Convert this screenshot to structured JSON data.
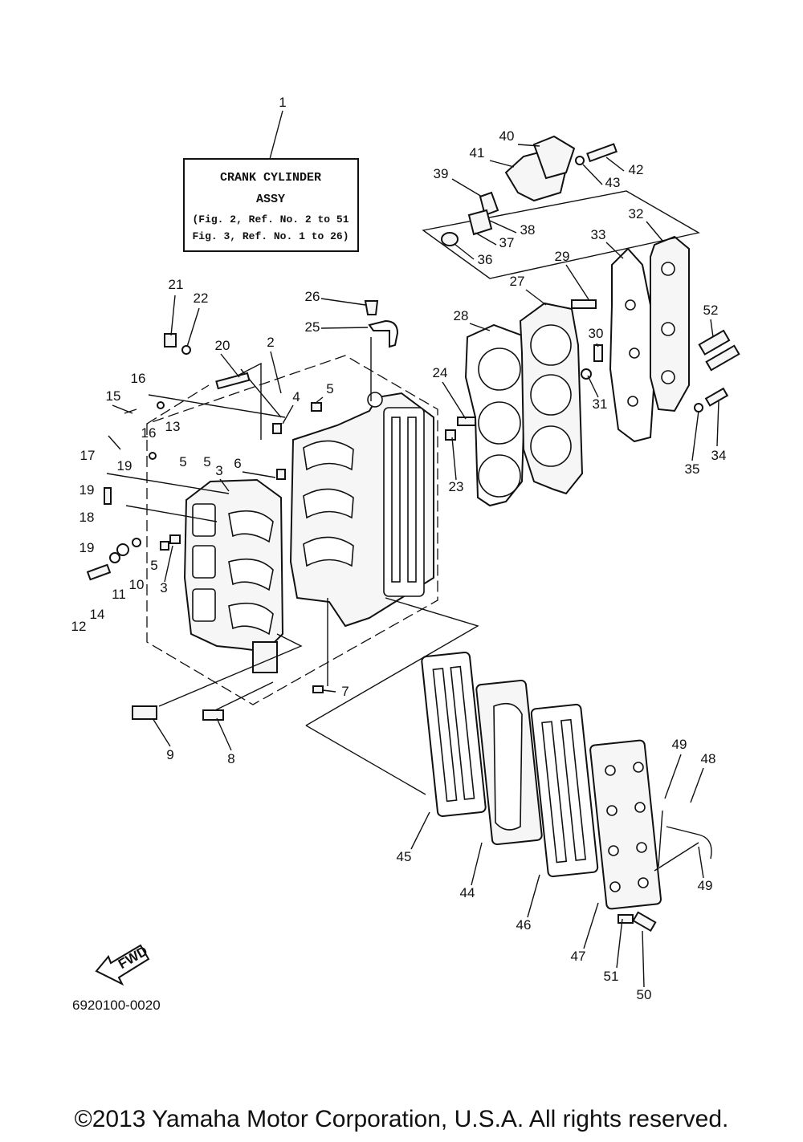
{
  "note_box": {
    "ref": "1",
    "title": "CRANK CYLINDER",
    "subtitle": "ASSY",
    "line1": "(Fig. 2, Ref. No. 2 to 51",
    "line2": " Fig. 3, Ref. No. 1 to 26)"
  },
  "fwd_label": "FWD",
  "drawing_code": "6920100-0020",
  "copyright": "©2013 Yamaha Motor Corporation, U.S.A. All rights reserved.",
  "callouts": [
    "1",
    "2",
    "3",
    "3",
    "4",
    "5",
    "5",
    "5",
    "5",
    "6",
    "7",
    "8",
    "9",
    "10",
    "11",
    "12",
    "13",
    "14",
    "15",
    "16",
    "16",
    "17",
    "18",
    "19",
    "19",
    "19",
    "20",
    "21",
    "22",
    "23",
    "24",
    "25",
    "26",
    "27",
    "28",
    "29",
    "30",
    "31",
    "32",
    "33",
    "34",
    "35",
    "36",
    "37",
    "38",
    "39",
    "40",
    "41",
    "42",
    "43",
    "44",
    "45",
    "46",
    "47",
    "48",
    "49",
    "49",
    "50",
    "51",
    "52"
  ]
}
